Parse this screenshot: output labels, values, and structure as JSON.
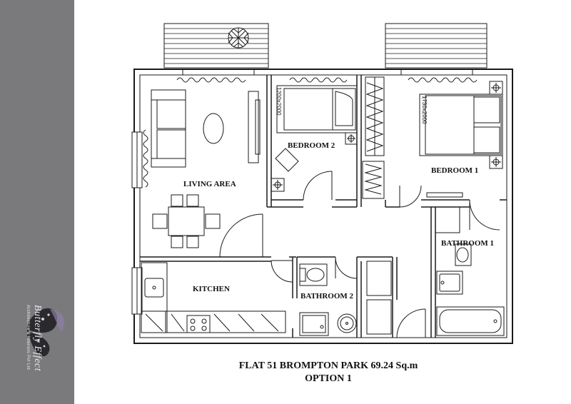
{
  "sidebar": {
    "brand_name": "Butterfly Effect",
    "brand_sub": "Architecture & Interiors Pvt Ltd"
  },
  "plan": {
    "rooms": [
      {
        "id": "living",
        "label": "LIVING AREA"
      },
      {
        "id": "bedroom2",
        "label": "BEDROOM 2"
      },
      {
        "id": "bedroom1",
        "label": "BEDROOM 1"
      },
      {
        "id": "kitchen",
        "label": "KITCHEN"
      },
      {
        "id": "bathroom1",
        "label": "BATHROOM 1"
      },
      {
        "id": "bathroom2",
        "label": "BATHROOM 2"
      }
    ],
    "bed_sizes": {
      "bedroom2": "1200x2000",
      "bedroom1": "1730x2000"
    }
  },
  "title_block": {
    "line1": "FLAT 51 BROMPTON PARK  69.24 Sq.m",
    "line2": "OPTION 1"
  },
  "colors": {
    "sidebar": "#7a7a7c",
    "line": "#1a1a1a",
    "butterfly": "#2a2a2e",
    "butterfly_accent": "#8e7fa6"
  }
}
